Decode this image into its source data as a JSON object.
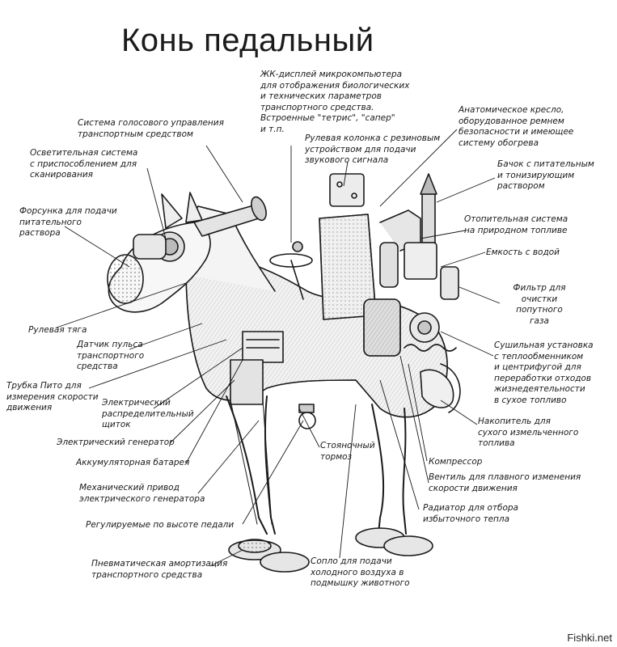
{
  "title": "Конь педальный",
  "labels": {
    "lcd_display": "ЖК-дисплей микрокомпьютера\nдля отображения биологических\nи технических параметров\nтранспортного средства.\nВстроенные \"тетрис\", \"сапер\"\nи т.п.",
    "voice_control": "Система голосового управления\nтранспортным средством",
    "lighting": "Осветительная система\nс приспособлением для\nсканирования",
    "nozzle": "Форсунка для подачи\nпитательного\nраствора",
    "steering_column": "Рулевая колонка с резиновым\nустройством для подачи\nзвукового сигнала",
    "seat": "Анатомическое кресло,\nоборудованное ремнем\nбезопасности и имеющее\nсистему обогрева",
    "tank_nutrient": "Бачок с питательным\nи тонизирующим\nраствором",
    "heating": "Отопительная система\nна природном топливе",
    "water_tank": "Емкость с водой",
    "gas_filter": "Фильтр для\nочистки\nпопутного\nгаза",
    "dryer": "Сушильная установка\nс теплообменником\nи центрифугой для\nпереработки отходов\nжизнедеятельности\nв сухое топливо",
    "fuel_storage": "Накопитель для\nсухого измельченного\nтоплива",
    "compressor": "Компрессор",
    "valve": "Вентиль для плавного изменения\nскорости движения",
    "radiator": "Радиатор для отбора\nизбыточного тепла",
    "air_nozzle": "Сопло для подачи\nхолодного воздуха в\nподмышку животного",
    "parking_brake": "Стояночный\nтормоз",
    "steering_rod": "Рулевая тяга",
    "pulse_sensor": "Датчик пульса\nтранспортного\nсредства",
    "pitot_tube": "Трубка Пито для\nизмерения скорости\nдвижения",
    "dist_board": "Электрический\nраспределительный\nщиток",
    "generator": "Электрический генератор",
    "battery": "Аккумуляторная батарея",
    "gen_drive": "Механический привод\nэлектрического генератора",
    "pedals": "Регулируемые по высоте педали",
    "suspension": "Пневматическая амортизация\nтранспортного средства"
  },
  "watermark": "Fishki.net",
  "colors": {
    "ink": "#1a1a1a",
    "paper": "#ffffff",
    "shade": "#8a8a8a"
  }
}
